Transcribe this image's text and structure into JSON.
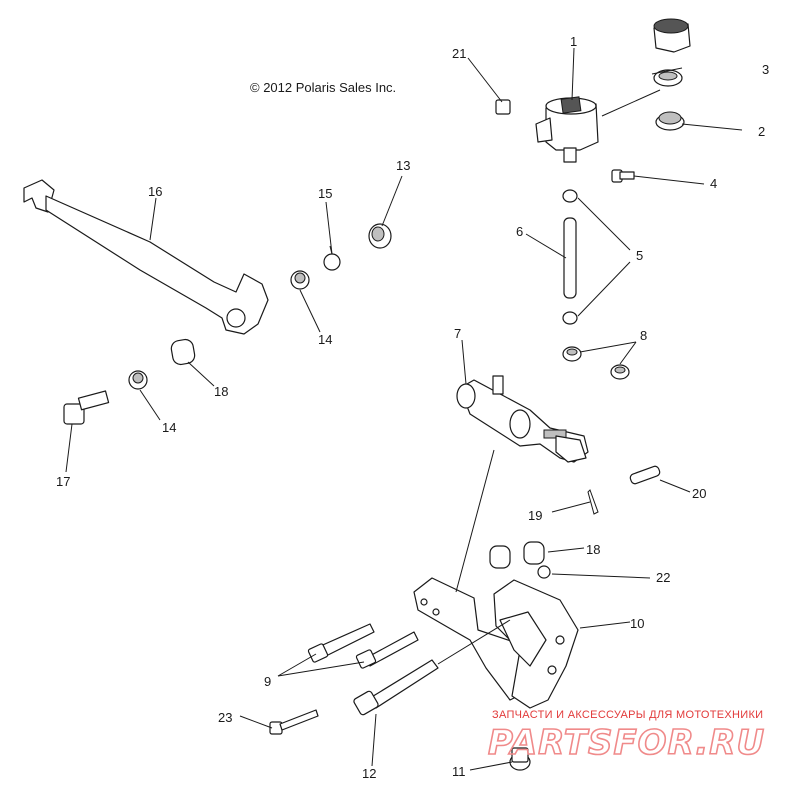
{
  "copyright": "© 2012 Polaris Sales Inc.",
  "watermark": {
    "tagline": "ЗАПЧАСТИ И АКСЕССУАРЫ ДЛЯ МОТОТЕХНИКИ",
    "brand": "PARTSFOR.RU"
  },
  "callouts": [
    "1",
    "2",
    "3",
    "4",
    "5",
    "5",
    "6",
    "7",
    "8",
    "8",
    "9",
    "9",
    "10",
    "11",
    "12",
    "13",
    "14",
    "14",
    "15",
    "16",
    "17",
    "18",
    "18",
    "19",
    "20",
    "21",
    "22",
    "23"
  ]
}
